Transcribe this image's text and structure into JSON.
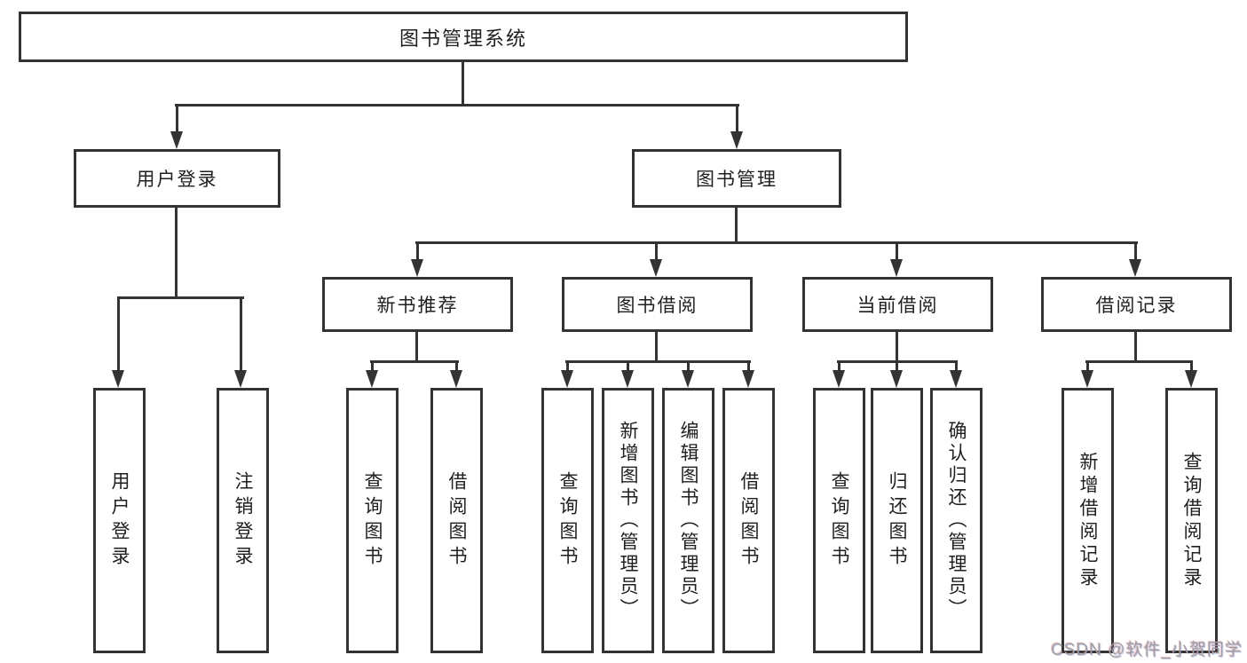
{
  "watermark": {
    "text": "CSDN @软件_小贺同学"
  },
  "colors": {
    "line": "#333333",
    "text": "#1f1f1f",
    "background": "#ffffff",
    "watermark": "#9f9fa3"
  },
  "diagram": {
    "type": "tree",
    "root": {
      "label": "图书管理系统",
      "children": [
        {
          "label": "用户登录",
          "children": [
            {
              "label": "用户登录"
            },
            {
              "label": "注销登录"
            }
          ]
        },
        {
          "label": "图书管理",
          "children": [
            {
              "label": "新书推荐",
              "children": [
                {
                  "label": "查询图书"
                },
                {
                  "label": "借阅图书"
                }
              ]
            },
            {
              "label": "图书借阅",
              "children": [
                {
                  "label": "查询图书"
                },
                {
                  "label": "新增图书（管理员）"
                },
                {
                  "label": "编辑图书（管理员）"
                },
                {
                  "label": "借阅图书"
                }
              ]
            },
            {
              "label": "当前借阅",
              "children": [
                {
                  "label": "查询图书"
                },
                {
                  "label": "归还图书"
                },
                {
                  "label": "确认归还（管理员）"
                }
              ]
            },
            {
              "label": "借阅记录",
              "children": [
                {
                  "label": "新增借阅记录"
                },
                {
                  "label": "查询借阅记录"
                }
              ]
            }
          ]
        }
      ]
    }
  }
}
